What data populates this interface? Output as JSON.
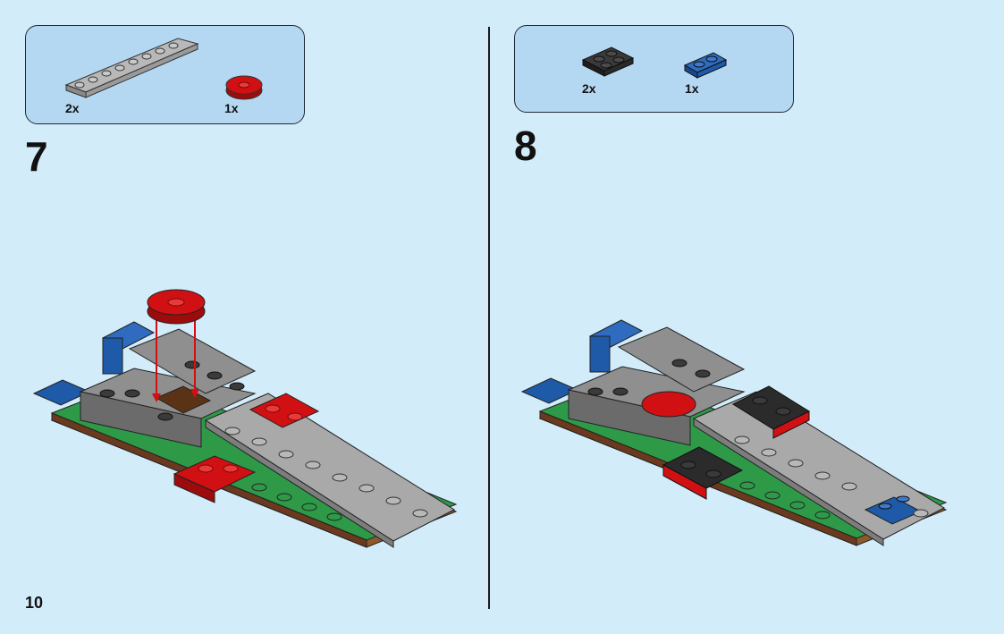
{
  "page": {
    "number": "10"
  },
  "steps": [
    {
      "number": "7",
      "parts": [
        {
          "qty": "2x",
          "icon": "gray-plate-1x8-icon",
          "color": "#a9a9a9"
        },
        {
          "qty": "1x",
          "icon": "red-round-tile-icon",
          "color": "#d01012"
        }
      ]
    },
    {
      "number": "8",
      "parts": [
        {
          "qty": "2x",
          "icon": "black-plate-2x2-icon",
          "color": "#2b2b2b"
        },
        {
          "qty": "1x",
          "icon": "blue-plate-1x2-icon",
          "color": "#1e5aa8"
        }
      ]
    }
  ],
  "colors": {
    "background": "#d3ecfa",
    "callout": "#b5d8f2",
    "gray": "#a0a0a0",
    "dark_gray": "#6b6b6b",
    "red": "#d01012",
    "blue": "#1e5aa8",
    "green": "#2e9a48",
    "brown": "#6b3a1e",
    "black": "#2b2b2b"
  }
}
